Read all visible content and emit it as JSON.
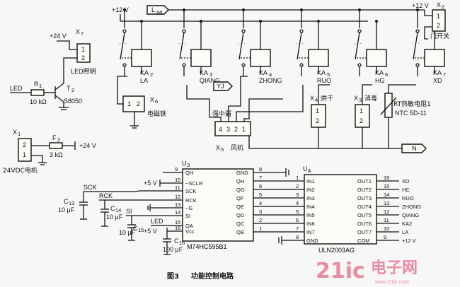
{
  "figure": {
    "caption_number": "图3",
    "caption_text": "功能控制电路"
  },
  "watermark": {
    "text": "21ic",
    "brand": "电子网",
    "url": "www.21ic.com",
    "color": "#e98aa6"
  },
  "power": {
    "plus12": "+12 V",
    "plus24": "+24 V",
    "plus5": "+5 V"
  },
  "relays": [
    {
      "id": "KA2",
      "code": "KA",
      "sub": "2",
      "name": "LA"
    },
    {
      "id": "KA3",
      "code": "KA",
      "sub": "3",
      "name": "QIANG"
    },
    {
      "id": "KA4",
      "code": "KA",
      "sub": "4",
      "name": "ZHONG"
    },
    {
      "id": "KA5",
      "code": "KA",
      "sub": "5",
      "name": "RUO"
    },
    {
      "id": "KA6",
      "code": "KA",
      "sub": "6",
      "name": "HG"
    },
    {
      "id": "KA7",
      "code": "KA",
      "sub": "7",
      "name": "XD"
    }
  ],
  "lines": {
    "live": "L",
    "live_sub": "aa",
    "neutral": "N",
    "yj": "YJ"
  },
  "connectors": {
    "x7": {
      "ref": "X",
      "sub": "7",
      "label": "LED照明",
      "pins": [
        "1",
        "2"
      ]
    },
    "x2": {
      "ref": "X",
      "sub": "2",
      "label": "门开关",
      "pins": [
        "1",
        "2"
      ]
    },
    "x6": {
      "ref": "X",
      "sub": "6",
      "label": "电磁铁",
      "pins": [
        "1",
        "2"
      ]
    },
    "x5": {
      "ref": "X",
      "sub": "5",
      "label": "风机",
      "top_label": "强中弱",
      "pins": [
        "4",
        "3",
        "2",
        "1"
      ]
    },
    "x4": {
      "ref": "X",
      "sub": "4",
      "label": "烘干",
      "pins": [
        "1",
        "2"
      ]
    },
    "x3": {
      "ref": "X",
      "sub": "3",
      "label": "消毒",
      "pins": [
        "1",
        "2"
      ]
    },
    "x1": {
      "ref": "X",
      "sub": "1",
      "label": "24VDC电机",
      "pins": [
        "2",
        "1"
      ]
    }
  },
  "thermistor": {
    "label": "RT热敏电阻1",
    "part": "NTC 5D-11"
  },
  "led_driver": {
    "led": "LED",
    "resistor": "R",
    "resistor_sub": "1",
    "resistor_value": "10 kΩ",
    "transistor": "T",
    "transistor_sub": "2",
    "transistor_part": "S8050"
  },
  "fuse": {
    "ref": "F",
    "sub": "2",
    "value": "3 kΩ"
  },
  "shift_register": {
    "ref": "U",
    "sub": "3",
    "part": "M74HC595B1",
    "left_pins": [
      {
        "num": "9",
        "name": "QH"
      },
      {
        "num": "10",
        "name": "~SCLR"
      },
      {
        "num": "11",
        "name": "SCK"
      },
      {
        "num": "12",
        "name": "RCK"
      },
      {
        "num": "13",
        "name": "~G"
      },
      {
        "num": "14",
        "name": "SI"
      },
      {
        "num": "15",
        "name": "QA"
      },
      {
        "num": "16",
        "name": "Vcc"
      }
    ],
    "right_pins": [
      {
        "num": "8",
        "name": "GND"
      },
      {
        "num": "7",
        "name": "QH"
      },
      {
        "num": "6",
        "name": "QG"
      },
      {
        "num": "5",
        "name": "QF"
      },
      {
        "num": "4",
        "name": "QE"
      },
      {
        "num": "3",
        "name": "QD"
      },
      {
        "num": "2",
        "name": "QC"
      },
      {
        "num": "1",
        "name": "QB"
      }
    ]
  },
  "driver": {
    "ref": "U",
    "sub": "4",
    "part": "ULN2003AG",
    "left_pins": [
      {
        "num": "1",
        "name": "IN1"
      },
      {
        "num": "2",
        "name": "IN2"
      },
      {
        "num": "3",
        "name": "IN3"
      },
      {
        "num": "4",
        "name": "IN4"
      },
      {
        "num": "5",
        "name": "IN5"
      },
      {
        "num": "6",
        "name": "IN6"
      },
      {
        "num": "7",
        "name": "IN7"
      },
      {
        "num": "8",
        "name": "GND"
      }
    ],
    "right_pins": [
      {
        "num": "16",
        "name": "OUT1",
        "signal": "XD"
      },
      {
        "num": "15",
        "name": "OUT2",
        "signal": "HC"
      },
      {
        "num": "14",
        "name": "OUT3",
        "signal": "RUO"
      },
      {
        "num": "13",
        "name": "OUT4",
        "signal": "ZHONG"
      },
      {
        "num": "12",
        "name": "OUT5",
        "signal": "QIANG"
      },
      {
        "num": "11",
        "name": "OUT6",
        "signal": "KA2"
      },
      {
        "num": "10",
        "name": "OUT7",
        "signal": "LA"
      },
      {
        "num": "9",
        "name": "COM",
        "signal": "+12 V"
      }
    ]
  },
  "signals": {
    "sck": "SCK",
    "rck": "RCK",
    "si": "SI",
    "led": "LED"
  },
  "capacitors": [
    {
      "ref": "C",
      "sub": "13",
      "value": "10 μF"
    },
    {
      "ref": "C",
      "sub": "14",
      "value": "10 μF"
    },
    {
      "ref": "C",
      "sub": "15",
      "value": "10 μF"
    },
    {
      "ref": "C",
      "sub": "16",
      "value": "100 μF"
    }
  ]
}
